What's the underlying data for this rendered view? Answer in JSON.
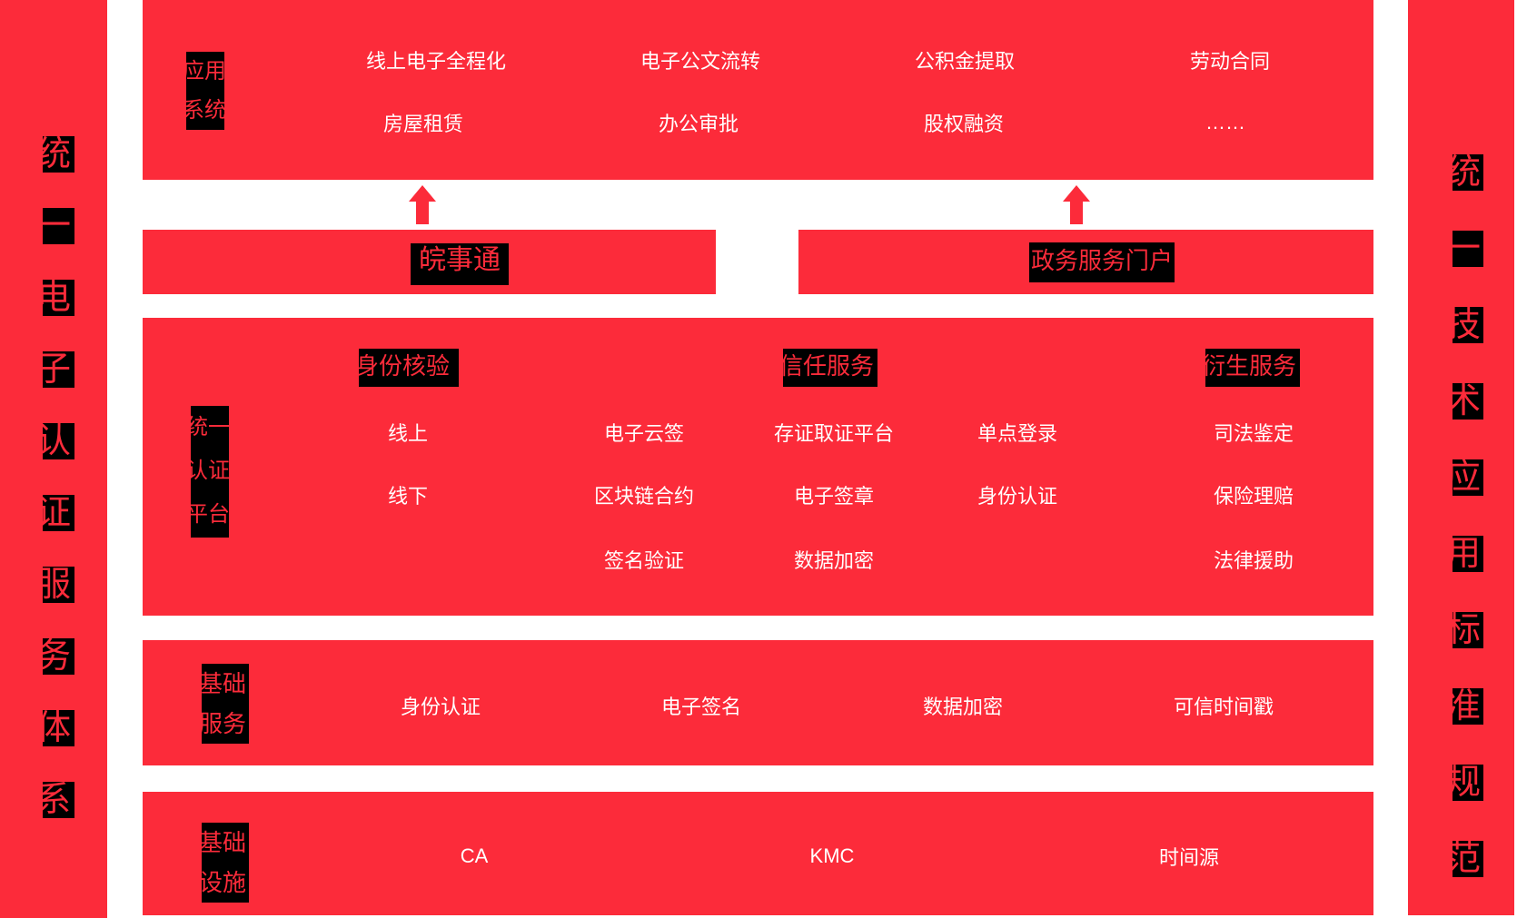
{
  "palette": {
    "red": "#fc2b3a",
    "black": "#000000",
    "white": "#ffffff"
  },
  "left_sidebar": {
    "label": "统一电子认证服务体系",
    "chars": [
      "统",
      "一",
      "电",
      "子",
      "认",
      "证",
      "服",
      "务",
      "体",
      "系"
    ]
  },
  "right_sidebar": {
    "label": "统一技术应用标准规范",
    "chars": [
      "统",
      "一",
      "技",
      "术",
      "应",
      "用",
      "标",
      "准",
      "规",
      "范"
    ]
  },
  "blocks": {
    "app": {
      "label": "应用系统",
      "label_lines": [
        "应用",
        "系统"
      ],
      "rows": [
        [
          "线上电子全程化",
          "电子公文流转",
          "公积金提取",
          "劳动合同"
        ],
        [
          "房屋租赁",
          "办公审批",
          "股权融资",
          "……"
        ]
      ]
    },
    "platform": {
      "label": "统一认证平台",
      "label_lines": [
        "统一",
        "认证",
        "平台"
      ],
      "groups": [
        {
          "header": "身份核验",
          "columns": [
            [
              "线上",
              "线下"
            ]
          ]
        },
        {
          "header": "信任服务",
          "columns": [
            [
              "电子云签",
              "区块链合约",
              "签名验证"
            ],
            [
              "存证取证平台",
              "电子签章",
              "数据加密"
            ],
            [
              "单点登录",
              "身份认证"
            ]
          ]
        },
        {
          "header": "衍生服务",
          "columns": [
            [
              "司法鉴定",
              "保险理赔",
              "法律援助"
            ]
          ]
        }
      ]
    },
    "base": {
      "label": "基础服务",
      "label_lines": [
        "基础",
        "服务"
      ],
      "items": [
        "身份认证",
        "电子签名",
        "数据加密",
        "可信时间戳"
      ]
    },
    "infra": {
      "label": "基础设施",
      "label_lines": [
        "基础",
        "设施"
      ],
      "items": [
        "CA",
        "KMC",
        "时间源"
      ]
    }
  },
  "portals": [
    {
      "label": "皖事通"
    },
    {
      "label": "政务服务门户"
    }
  ]
}
